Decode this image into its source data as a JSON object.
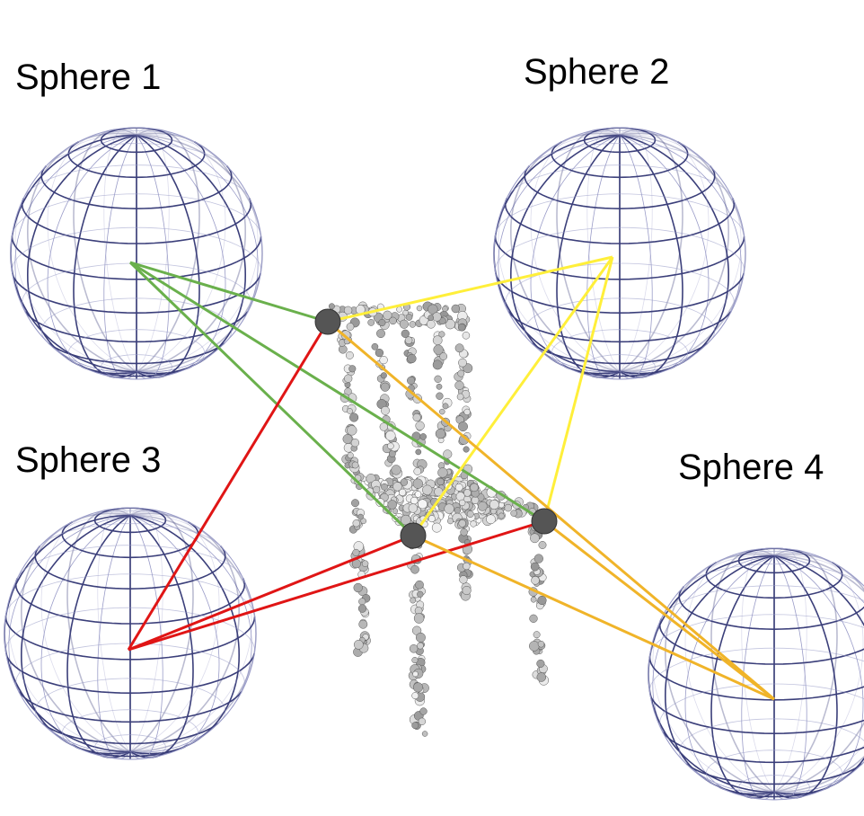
{
  "labels": {
    "sphere1": "Sphere 1",
    "sphere2": "Sphere 2",
    "sphere3": "Sphere 3",
    "sphere4": "Sphere 4"
  },
  "colors": {
    "grid": "#3b3f7a",
    "grid_light": "#9a9cc8",
    "sphere1_rays": "#6ab04c",
    "sphere2_rays": "#ffef3a",
    "sphere3_rays": "#e01515",
    "sphere4_rays": "#f0b429",
    "keypoint": "#555555",
    "point_cloud": "#cfcfcf"
  },
  "icons": {
    "sphere": "wireframe-sphere-icon",
    "chair": "point-cloud-chair-icon",
    "keypoint": "keypoint-dot-icon"
  }
}
